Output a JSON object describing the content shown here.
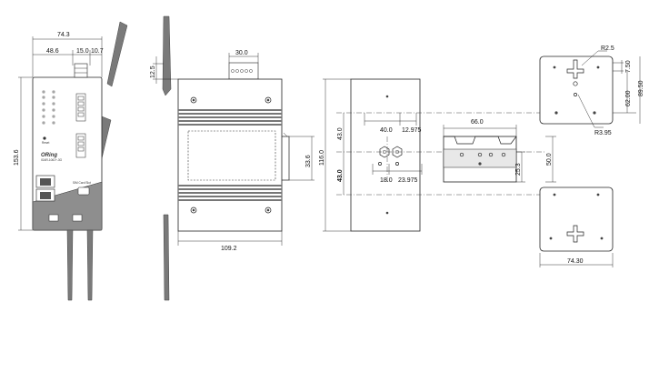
{
  "front_view": {
    "dim_total_width": "74.3",
    "dim_left_width": "48.6",
    "dim_mid_width": "15.0",
    "dim_right_width": "10.7",
    "dim_height": "153.6",
    "logo_text": "ORing",
    "model_text": "IGAR-1061+-3G",
    "reset_label": "Reset",
    "sim_label": "SIM Card Slot"
  },
  "side_view": {
    "dim_terminal_width": "30.0",
    "dim_antenna_offset": "12.5",
    "dim_bracket_height": "33.6",
    "dim_depth": "109.2"
  },
  "rail_view": {
    "dim_height": "116.0",
    "dim_upper": "43.0",
    "dim_lower": "43.0",
    "dim_hole_x1": "40.0",
    "dim_hole_x2": "12.975",
    "dim_hole_x3": "18.0",
    "dim_hole_x4": "23.975",
    "dim_rail_width": "66.0",
    "dim_rail_offset": "25.3",
    "dim_rail_height": "50.0"
  },
  "wall_mount": {
    "dim_radius_small": "R2.5",
    "dim_radius_large": "R3.95",
    "dim_7_50": "7.50",
    "dim_62_00": "62.00",
    "dim_89_50": "89.50",
    "dim_width": "74.30"
  }
}
